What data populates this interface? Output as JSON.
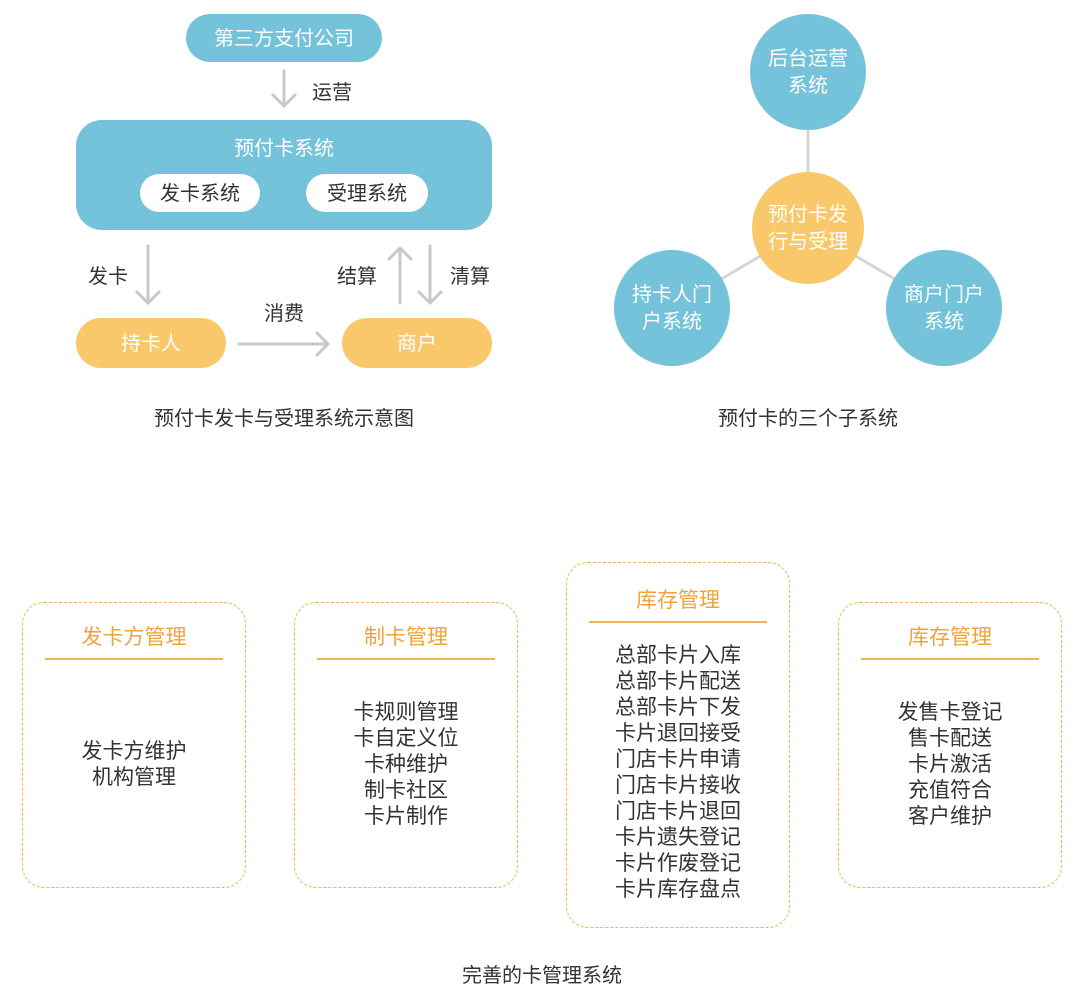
{
  "colors": {
    "blue": "#74C3DA",
    "orange": "#F9C86A",
    "title_accent": "#F0A23B",
    "dashed_border": "#F4B24E",
    "arrow": "#C8C8C8",
    "connector": "#D6D6D6",
    "text": "#333333"
  },
  "flow_diagram": {
    "third_party": "第三方支付公司",
    "operate_label": "运营",
    "system_title": "预付卡系统",
    "issuing_system": "发卡系统",
    "acquiring_system": "受理系统",
    "issue_label": "发卡",
    "settle_label": "结算",
    "clear_label": "清算",
    "cardholder": "持卡人",
    "consume_label": "消费",
    "merchant": "商户",
    "caption": "预付卡发卡与受理系统示意图"
  },
  "subsystem_diagram": {
    "backend": [
      "后台运营",
      "系统"
    ],
    "center": [
      "预付卡发",
      "行与受理"
    ],
    "cardholder_portal": [
      "持卡人门",
      "户系统"
    ],
    "merchant_portal": [
      "商户门户",
      "系统"
    ],
    "caption": "预付卡的三个子系统"
  },
  "management": {
    "boxes": [
      {
        "title": "发卡方管理",
        "items": [
          "发卡方维护",
          "机构管理"
        ]
      },
      {
        "title": "制卡管理",
        "items": [
          "卡规则管理",
          "卡自定义位",
          "卡种维护",
          "制卡社区",
          "卡片制作"
        ]
      },
      {
        "title": "库存管理",
        "items": [
          "总部卡片入库",
          "总部卡片配送",
          "总部卡片下发",
          "卡片退回接受",
          "门店卡片申请",
          "门店卡片接收",
          "门店卡片退回",
          "卡片遗失登记",
          "卡片作废登记",
          "卡片库存盘点"
        ]
      },
      {
        "title": "库存管理",
        "items": [
          "发售卡登记",
          "售卡配送",
          "卡片激活",
          "充值符合",
          "客户维护"
        ]
      }
    ],
    "caption": "完善的卡管理系统"
  }
}
